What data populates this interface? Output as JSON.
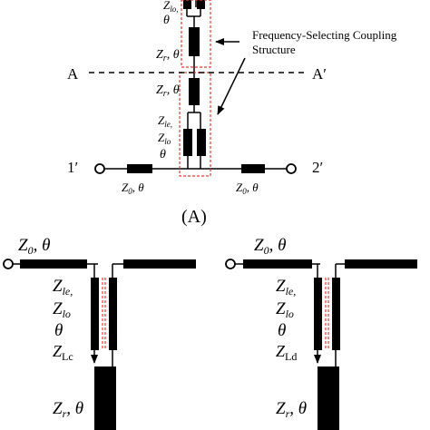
{
  "top_diagram": {
    "caption": "(A)",
    "annotation": "Frequency-Selecting Coupling Structure",
    "annotation_line1": "Frequency-Selecting Coupling",
    "annotation_line2": "Structure",
    "plane_left": "A",
    "plane_right": "A′",
    "port_left": "1′",
    "port_right": "2′",
    "labels": {
      "zlo_top_z": "Z",
      "zlo_top_sub": "lo,",
      "theta_top": "θ",
      "zr_upper_z": "Z",
      "zr_upper_sub": "r",
      "zr_upper_theta": ", θ",
      "zr_lower_z": "Z",
      "zr_lower_sub": "r",
      "zr_lower_theta": ", θ",
      "zle_z": "Z",
      "zle_sub": "le,",
      "zlo_z": "Z",
      "zlo_sub": "lo",
      "theta_coupled": "θ",
      "z0_left_z": "Z",
      "z0_left_sub": "0",
      "z0_left_theta": ", θ",
      "z0_right_z": "Z",
      "z0_right_sub": "0",
      "z0_right_theta": ", θ"
    }
  },
  "bottom_left": {
    "z0_z": "Z",
    "z0_sub": "0",
    "z0_theta": ", θ",
    "zle_z": "Z",
    "zle_sub": "le,",
    "zlo_z": "Z",
    "zlo_sub": "lo",
    "theta": "θ",
    "zl_z": "Z",
    "zl_sub": "Lc",
    "zr_z": "Z",
    "zr_sub": "r",
    "zr_theta": ", θ"
  },
  "bottom_right": {
    "z0_z": "Z",
    "z0_sub": "0",
    "z0_theta": ", θ",
    "zle_z": "Z",
    "zle_sub": "le,",
    "zlo_z": "Z",
    "zlo_sub": "lo",
    "theta": "θ",
    "zl_z": "Z",
    "zl_sub": "Ld",
    "zr_z": "Z",
    "zr_sub": "r",
    "zr_theta": ", θ"
  }
}
